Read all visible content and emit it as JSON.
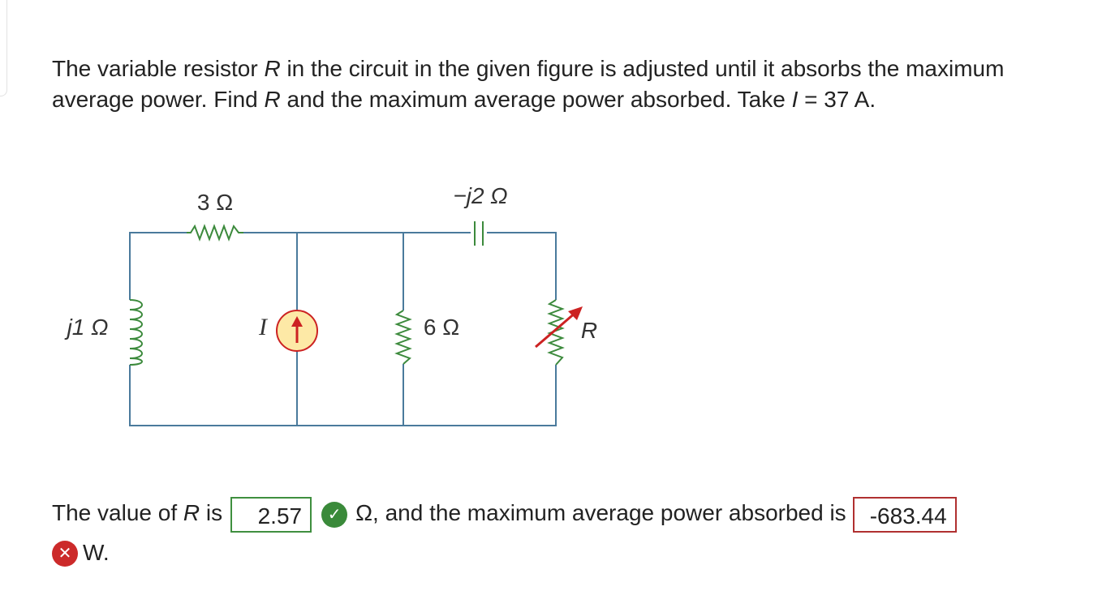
{
  "question": {
    "p1": "The variable resistor ",
    "var_r1": "R",
    "p2": " in the circuit in the given figure is adjusted until it absorbs the maximum average power. Find ",
    "var_r2": "R",
    "p3": " and the maximum average power absorbed. Take ",
    "var_i": "I",
    "p4": " = 37 A."
  },
  "circuit": {
    "r3_label": "3 Ω",
    "cap_label": "−j2 Ω",
    "ind_label": "j1 Ω",
    "src_label": "I",
    "r6_label": "6 Ω",
    "r_label": "R",
    "wire_color": "#4a7a9c",
    "element_color": "#3c8a3c",
    "source_fill": "#fde9a6",
    "source_arrow": "#cc2222"
  },
  "answer": {
    "lead": "The value of ",
    "var_r": "R",
    "is": " is",
    "r_value": "2.57",
    "mid": "Ω, and the maximum average power absorbed is",
    "p_value": "-683.44",
    "unit": "W.",
    "correct_icon": "check-circle-icon",
    "wrong_icon": "x-circle-icon"
  }
}
